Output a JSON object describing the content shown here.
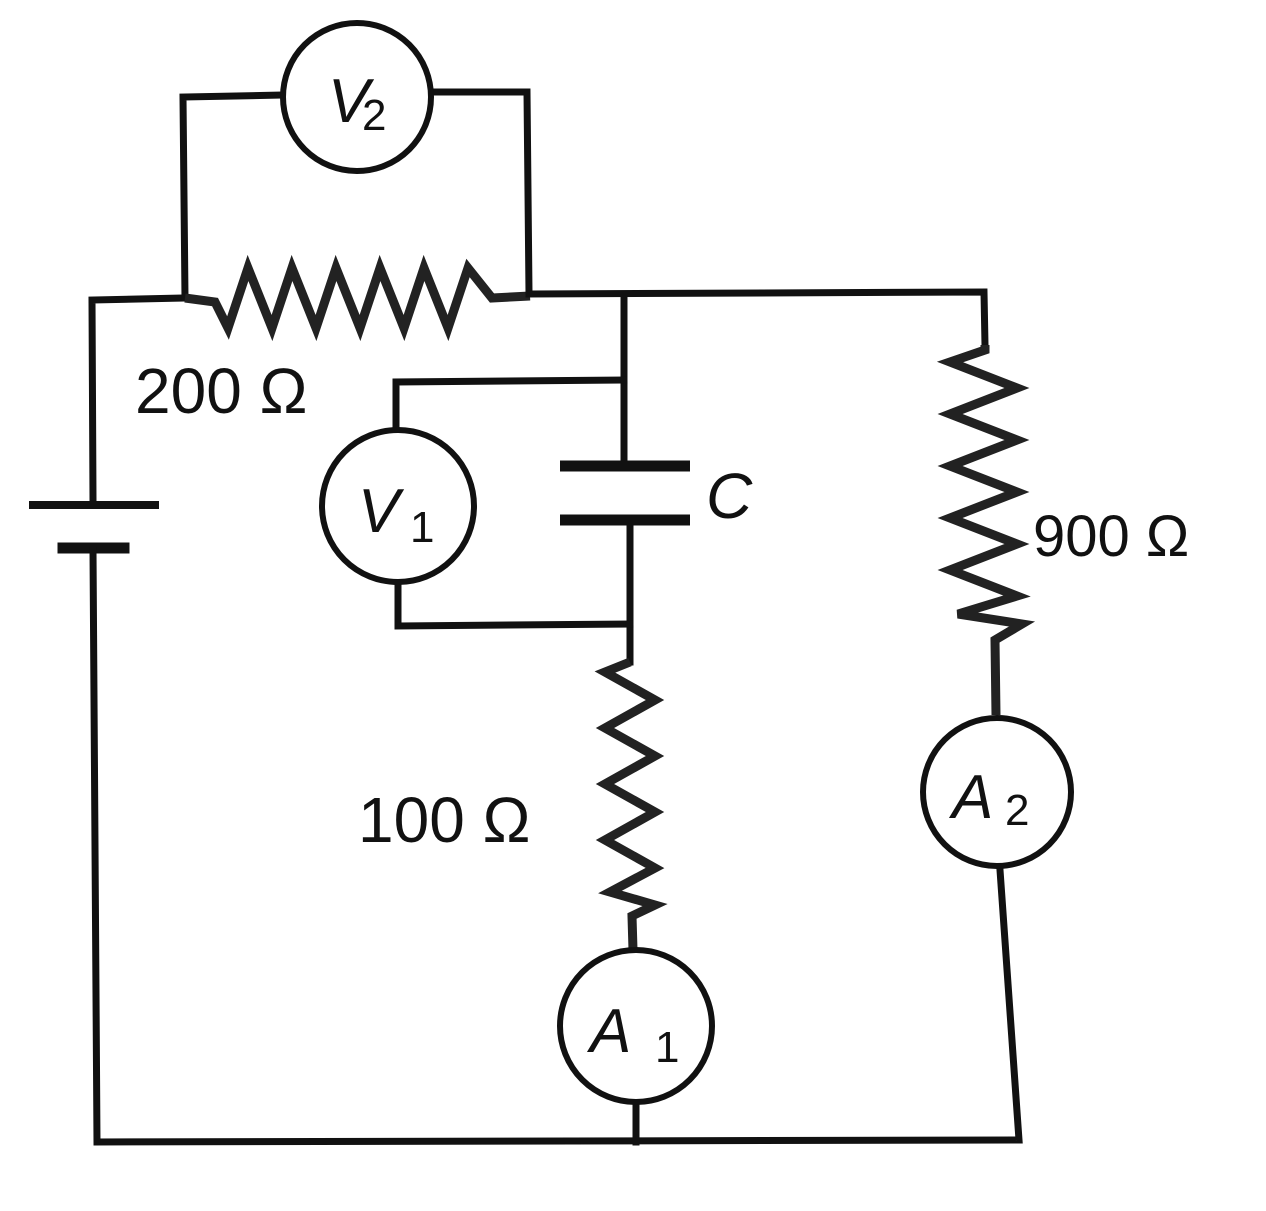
{
  "diagram": {
    "type": "circuit",
    "components": {
      "battery": {
        "label": ""
      },
      "r200": {
        "value": "200",
        "unit": "Ω",
        "label": "200 Ω"
      },
      "r100": {
        "value": "100",
        "unit": "Ω",
        "label": "100 Ω"
      },
      "r900": {
        "value": "900",
        "unit": "Ω",
        "label": "900 Ω"
      },
      "capacitor": {
        "label": "C"
      },
      "v1": {
        "letter": "V",
        "sub": "1"
      },
      "v2": {
        "letter": "V",
        "sub": "2"
      },
      "a1": {
        "letter": "A",
        "sub": "1"
      },
      "a2": {
        "letter": "A",
        "sub": "2"
      }
    },
    "colors": {
      "ink": "#111111",
      "background": "#ffffff"
    }
  }
}
